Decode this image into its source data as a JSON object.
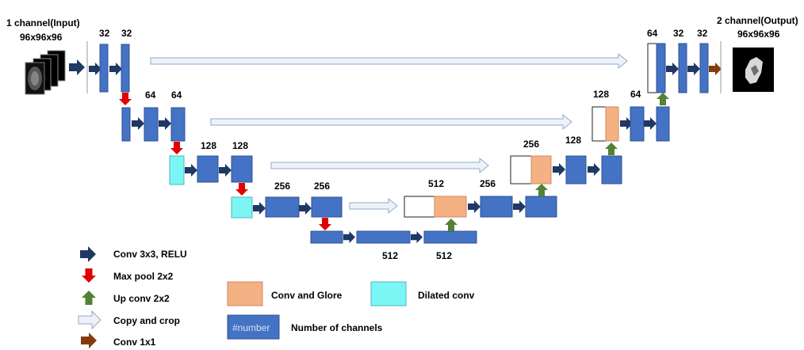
{
  "input": {
    "title": "1 channel(Input)",
    "size": "96x96x96"
  },
  "output": {
    "title": "2 channel(Output)",
    "size": "96x96x96"
  },
  "channel_labels": {
    "enc1_a": "32",
    "enc1_b": "32",
    "enc2_a": "64",
    "enc2_b": "64",
    "enc3_a": "128",
    "enc3_b": "128",
    "enc4_a": "256",
    "enc4_b": "256",
    "bott_a": "512",
    "bott_b": "512",
    "dec4_in": "512",
    "dec4_out": "256",
    "dec3_in": "256",
    "dec3_out": "128",
    "dec2_in": "128",
    "dec2_out": "64",
    "dec1_in": "64",
    "dec1_a": "32",
    "dec1_b": "32"
  },
  "legend": {
    "conv": "Conv 3x3, RELU",
    "maxpool": "Max pool  2x2",
    "upconv": "Up conv  2x2",
    "copy": "Copy and crop",
    "conv1x1": "Conv 1x1",
    "glore": "Conv and Glore",
    "dilated": "Dilated conv",
    "number_box": "#number",
    "channels": "Number of channels"
  },
  "colors": {
    "block": "#4472C4",
    "block_border": "#2F528F",
    "conv_arrow": "#1F3864",
    "maxpool_arrow": "#E00000",
    "upconv_arrow": "#538135",
    "copy_arrow": "#EEF2F8",
    "conv1x1_arrow": "#843C0C",
    "glore": "#F4B183",
    "dilated": "#7CF5F5"
  }
}
